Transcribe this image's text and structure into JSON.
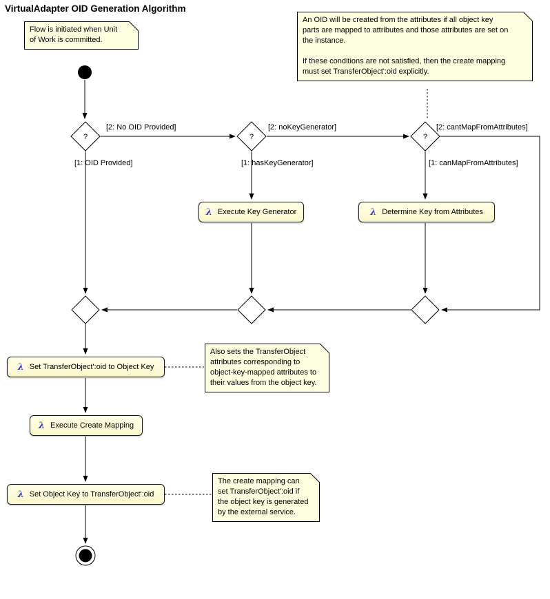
{
  "title": "VirtualAdapter OID Generation Algorithm",
  "colors": {
    "note_fill": "#FEFEE1",
    "activity_fill": "#FBF7CB",
    "lambda_blue": "#3A3AC8",
    "line": "#000000"
  },
  "icons": {
    "lambda": "λ",
    "decision_question_mark": "?"
  },
  "notes": {
    "flow_initiated": "Flow is initiated when Unit\nof Work is committed.",
    "oid_creation": "An OID will be created from the attributes if all object key\nparts are mapped to attributes and those attributes are set on\nthe instance.\n\nIf these conditions are not satisfied, then the create mapping\nmust set TransferObject':oid explicitly.",
    "also_sets": "Also sets the TransferObject\nattributes corresponding to\nobject-key-mapped attributes to\ntheir values from the object key.",
    "create_mapping": "The create mapping can\nset TransferObject':oid if\nthe object key is generated\nby the external service."
  },
  "activities": {
    "execute_key_generator": "Execute Key Generator",
    "determine_key_from_attributes": "Determine Key from Attributes",
    "set_oid_to_object_key": "Set TransferObject':oid to Object Key",
    "execute_create_mapping": "Execute Create Mapping",
    "set_object_key_to_oid": "Set Object Key to TransferObject':oid"
  },
  "guards": {
    "no_oid_provided": "[2: No OID Provided]",
    "oid_provided": "[1: OID Provided]",
    "no_key_generator": "[2: noKeyGenerator]",
    "has_key_generator": "[1: hasKeyGenerator]",
    "cant_map_from_attributes": "[2: cantMapFromAttributes]",
    "can_map_from_attributes": "[1: canMapFromAttributes]"
  }
}
